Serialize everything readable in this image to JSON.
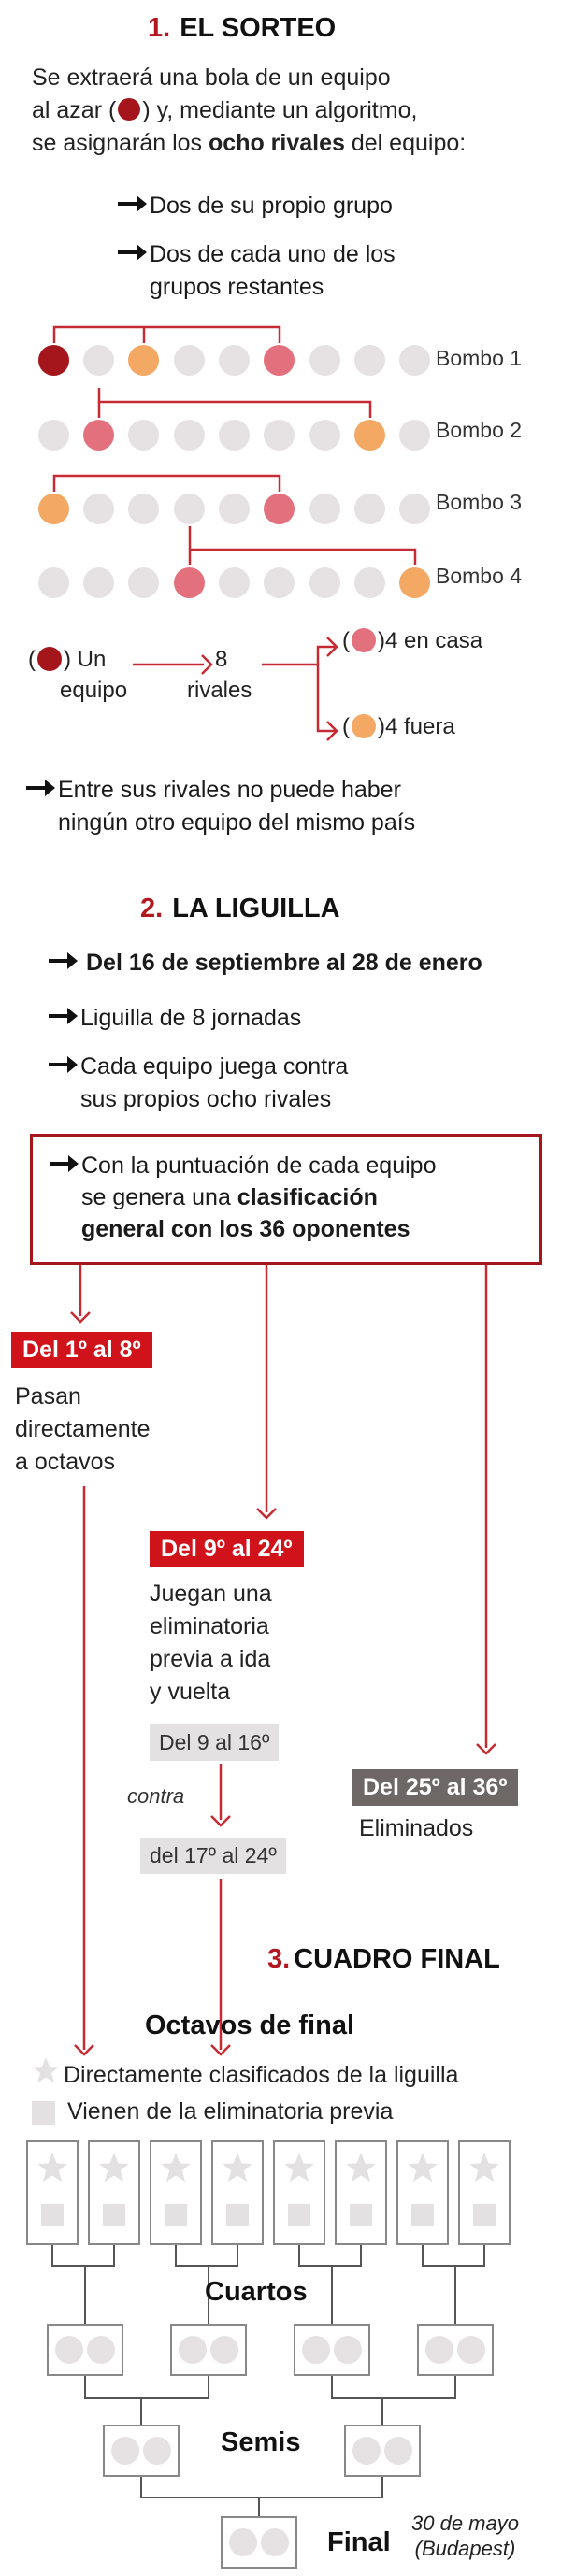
{
  "section1": {
    "num": "1.",
    "title": "EL SORTEO",
    "intro_1": "Se extraerá una bola de un equipo",
    "intro_2a": "al azar (",
    "intro_2b": ")  y, mediante un algoritmo,",
    "intro_3a": "se asignarán los ",
    "intro_3b": "ocho rivales",
    "intro_3c": " del equipo:",
    "item1": "Dos de su propio grupo",
    "item2_1": "Dos de cada uno de los",
    "item2_2": "grupos restantes",
    "bombos": [
      "Bombo 1",
      "Bombo 2",
      "Bombo 3",
      "Bombo 4"
    ],
    "one_team_1": "Un",
    "one_team_2": "equipo",
    "rivals_num": "8",
    "rivals_lbl": "rivales",
    "home": "4 en casa",
    "away": "4 fuera",
    "note_1": "Entre sus rivales no puede haber",
    "note_2": "ningún otro equipo del mismo país"
  },
  "section2": {
    "num": "2.",
    "title": "LA LIGUILLA",
    "dates": "Del 16 de septiembre al 28 de enero",
    "jornadas": "Liguilla de 8 jornadas",
    "plays_1": "Cada equipo juega contra",
    "plays_2": "sus propios ocho rivales",
    "box_1": "Con la puntuación de cada equipo",
    "box_2a": "se genera una ",
    "box_2b": "clasificación",
    "box_3": "general con los 36 oponentes",
    "g1_badge": "Del 1º al 8º",
    "g1_text": [
      "Pasan",
      "directamente",
      "a octavos"
    ],
    "g2_badge": "Del 9º al 24º",
    "g2_text": [
      "Juegan una",
      "eliminatoria",
      "previa a ida",
      "y vuelta"
    ],
    "g2_box1": "Del 9 al 16º",
    "g2_contra": "contra",
    "g2_box2": "del 17º al 24º",
    "g3_badge": "Del 25º al 36º",
    "g3_text": "Eliminados"
  },
  "section3": {
    "num": "3.",
    "title": "CUADRO FINAL",
    "octavos": "Octavos de final",
    "legend_star": "Directamente clasificados de la liguilla",
    "legend_square": "Vienen de la eliminatoria previa",
    "cuartos": "Cuartos",
    "semis": "Semis",
    "final": "Final",
    "final_date": "30 de mayo",
    "final_place": "(Budapest)"
  },
  "colors": {
    "red": "#b3171f",
    "badge_red": "#d0121a",
    "line_red": "#c62a32",
    "pink": "#e2707d",
    "orange": "#f3a863",
    "gray_dot": "#e6e1e3",
    "dark_red": "#a5161c"
  },
  "icons": [
    "arrow-right-icon",
    "star-icon",
    "square-icon",
    "ball-icon"
  ]
}
